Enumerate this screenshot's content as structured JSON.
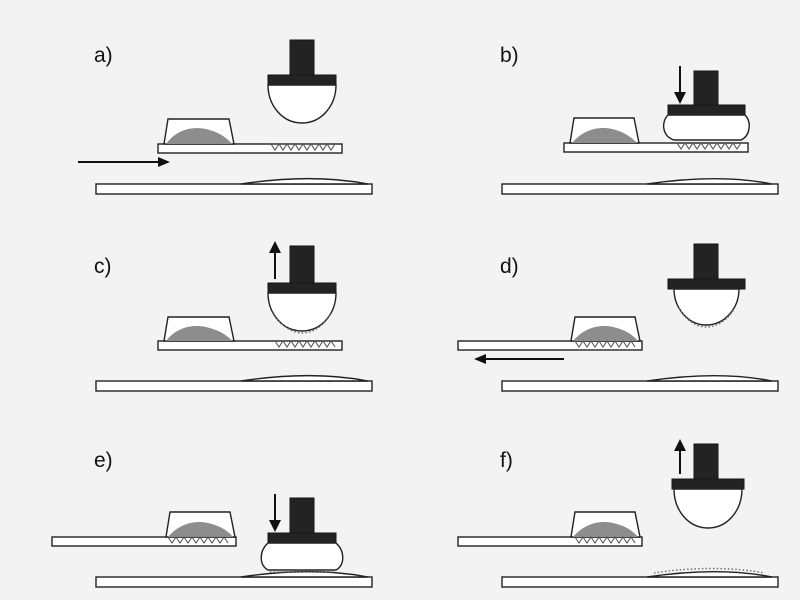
{
  "panels": [
    {
      "key": "a",
      "label": "a)"
    },
    {
      "key": "b",
      "label": "b)"
    },
    {
      "key": "c",
      "label": "c)"
    },
    {
      "key": "d",
      "label": "d)"
    },
    {
      "key": "e",
      "label": "e)"
    },
    {
      "key": "f",
      "label": "f)"
    }
  ]
}
